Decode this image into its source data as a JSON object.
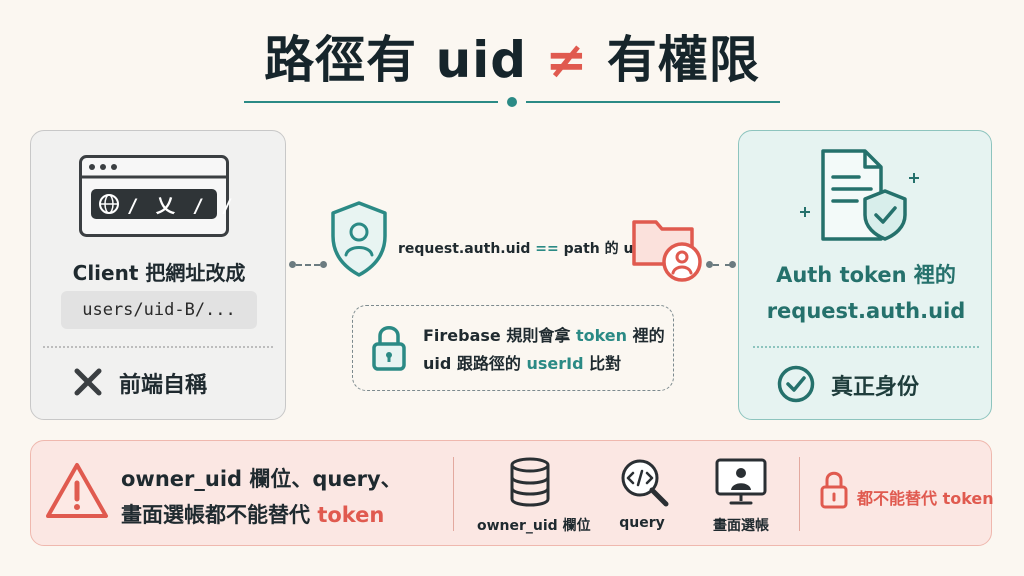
{
  "title": {
    "main": "路徑有 uid",
    "neq": "≠",
    "rest": "有權限"
  },
  "left_card": {
    "url_path": "/ 乂 / /",
    "label": "Client 把網址改成",
    "url": "users/uid-B/...",
    "footer": "前端自稱"
  },
  "middle": {
    "compare_prefix": "request.auth.uid",
    "compare_op": "==",
    "compare_suffix": "path 的 userId",
    "rule_line1_prefix": "Firebase 規則會拿",
    "rule_line1_token": "token",
    "rule_line1_suffix": "裡的",
    "rule_line2_prefix": "uid 跟路徑的",
    "rule_line2_userid": "userId",
    "rule_line2_suffix": "比對"
  },
  "right_card": {
    "title_line1": "Auth token 裡的",
    "title_line2": "request.auth.uid",
    "footer": "真正身份"
  },
  "banner": {
    "line1": "owner_uid 欄位、query、",
    "line2_prefix": "畫面選帳都不能替代",
    "line2_token": "token",
    "items": [
      {
        "icon": "database-icon",
        "label": "owner_uid 欄位"
      },
      {
        "icon": "code-search-icon",
        "label": "query"
      },
      {
        "icon": "user-monitor-icon",
        "label": "畫面選帳"
      }
    ],
    "right_label": "都不能替代 token"
  },
  "colors": {
    "teal": "#2b8a85",
    "red": "#e05a4f",
    "dark": "#16252b"
  }
}
